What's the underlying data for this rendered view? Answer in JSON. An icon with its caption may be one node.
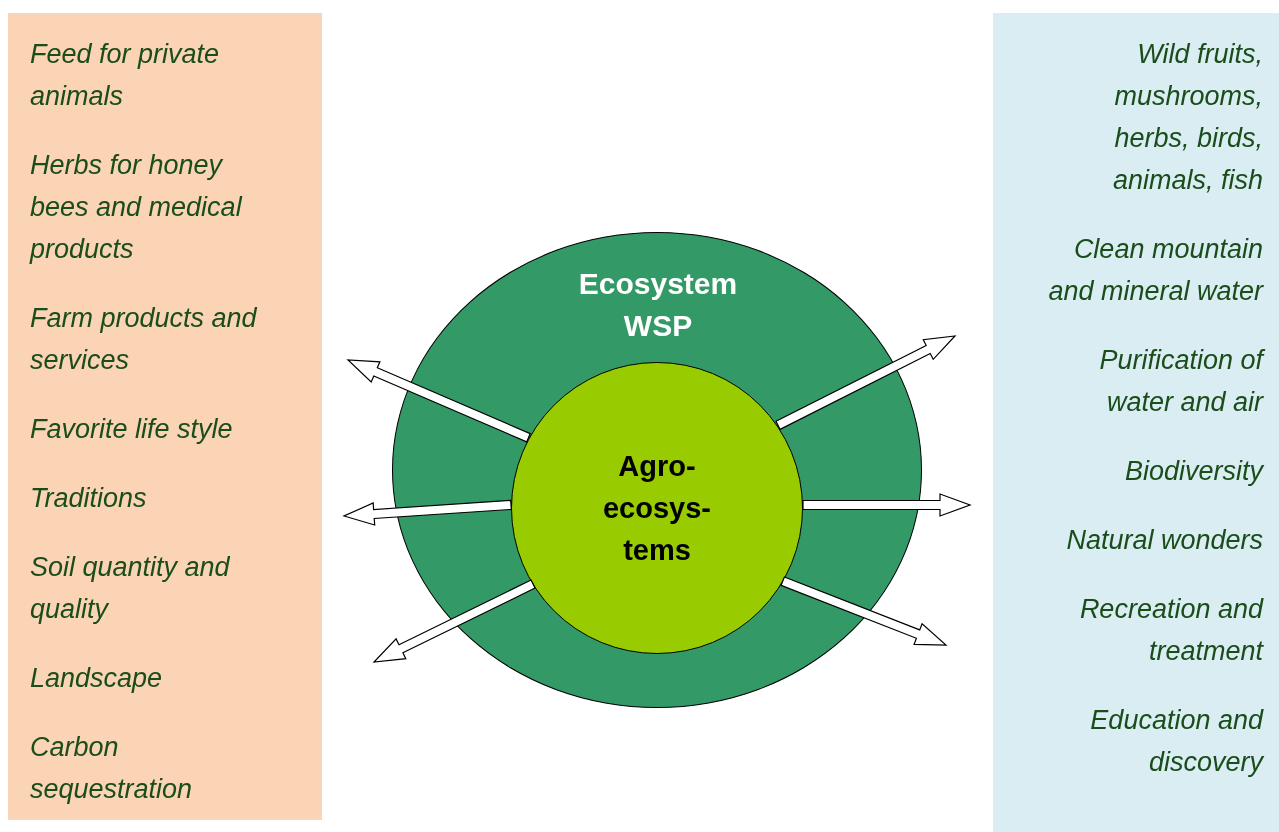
{
  "diagram": {
    "nodes": [
      {
        "text": [
          "Feed for private animals",
          "Herbs for honey bees and medical products",
          "Farm products and services",
          "Favorite life style",
          "Traditions",
          "Soil quantity and quality",
          "Landscape",
          "Carbon sequestration"
        ]
      },
      {
        "text": [
          "Ecosystem WSP"
        ]
      },
      {
        "text": [
          "Agro-ecosys-tems"
        ],
        "in": 1
      },
      {
        "text": [
          "Wild fruits, mushrooms, herbs, birds, animals, fish",
          "Clean mountain and mineral water",
          "Purification of water and air",
          "Biodiversity",
          "Natural wonders",
          "Recreation and treatment",
          "Education and discovery"
        ]
      }
    ],
    "edges": [
      {
        "from": 2,
        "to": null,
        "arrow": "to"
      },
      {
        "from": 2,
        "to": null,
        "arrow": "to"
      },
      {
        "from": 2,
        "to": null,
        "arrow": "to"
      },
      {
        "from": 2,
        "to": null,
        "arrow": "to"
      },
      {
        "from": 2,
        "to": null,
        "arrow": "to"
      },
      {
        "from": 2,
        "to": null,
        "arrow": "to"
      }
    ]
  }
}
